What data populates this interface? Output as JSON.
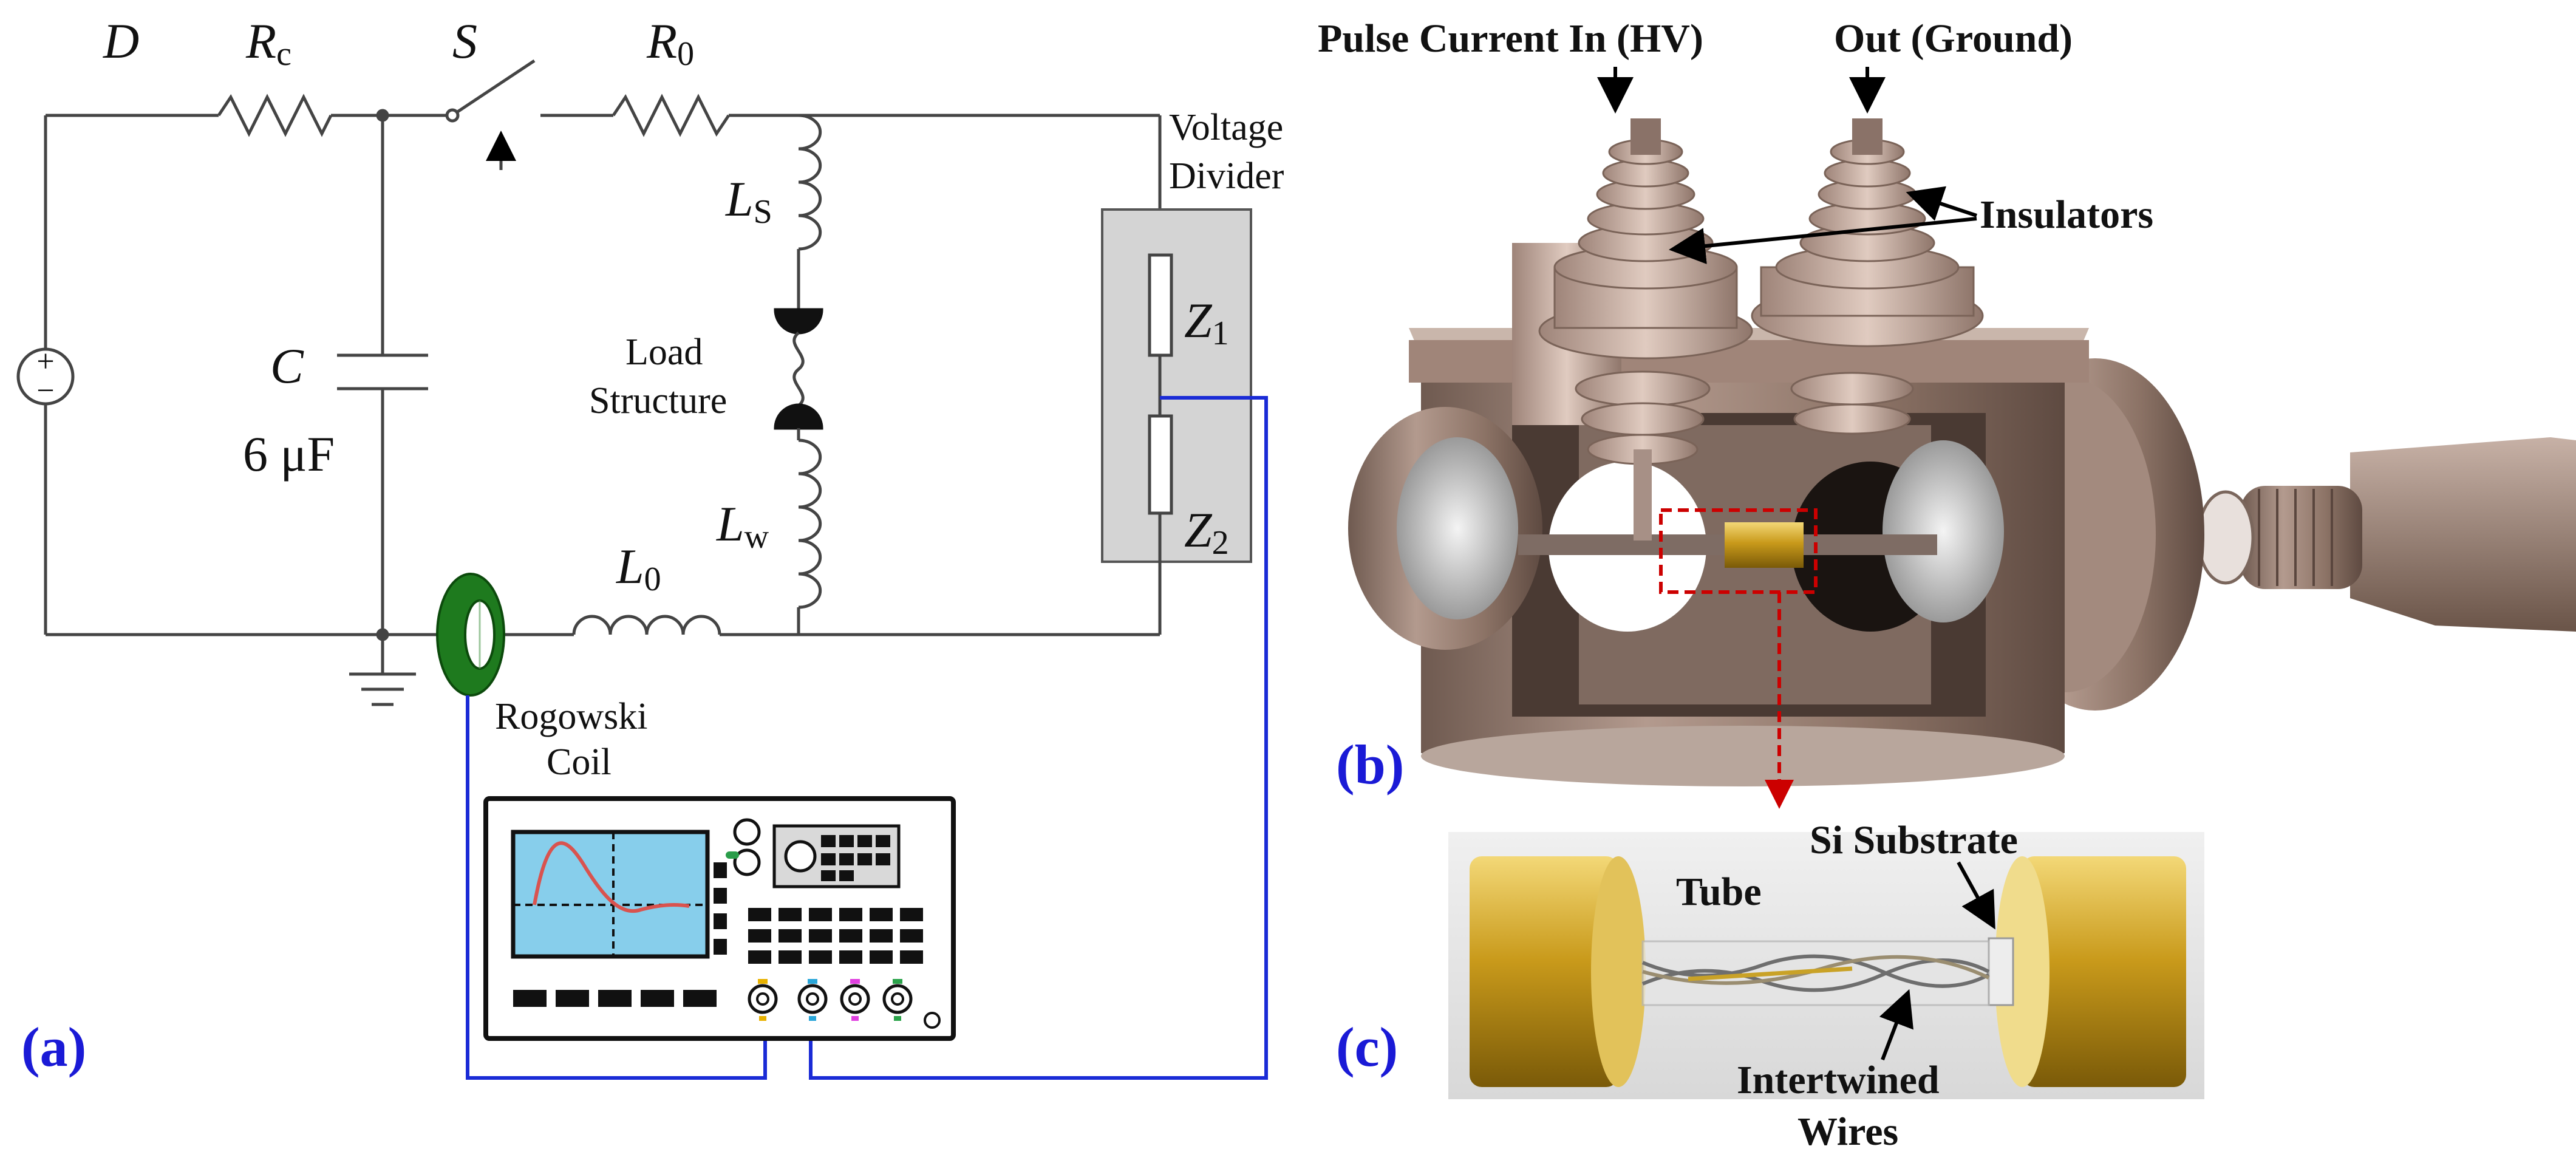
{
  "panel_a": {
    "label": "(a)",
    "components": {
      "source": "D",
      "rc_main": "R",
      "rc_sub": "c",
      "switch": "S",
      "r0_main": "R",
      "r0_sub": "0",
      "cap": "C",
      "cap_value": "6 μF",
      "ls_main": "L",
      "ls_sub": "S",
      "lw_main": "L",
      "lw_sub": "w",
      "l0_main": "L",
      "l0_sub": "0",
      "z1_main": "Z",
      "z1_sub": "1",
      "z2_main": "Z",
      "z2_sub": "2"
    },
    "load_line1": "Load",
    "load_line2": "Structure",
    "vd_line1": "Voltage",
    "vd_line2": "Divider",
    "rog_line1": "Rogowski",
    "rog_line2": "Coil",
    "source_plus": "+",
    "source_minus": "−"
  },
  "panel_b": {
    "label": "(b)",
    "pulse_in": "Pulse Current In (HV)",
    "out_ground": "Out (Ground)",
    "insulators": "Insulators"
  },
  "panel_c": {
    "label": "(c)",
    "si_substrate": "Si Substrate",
    "tube": "Tube",
    "wires_line1": "Intertwined",
    "wires_line2": "Wires"
  },
  "colors": {
    "panel_label": "#1a1ad6",
    "signal_wire": "#1a2bd6",
    "rogowski": "#1e7a1e",
    "scope_screen": "#87ceeb",
    "scope_trace": "#d9534f",
    "divider_box": "#d4d4d4",
    "metal": "#9a8276",
    "brass": "#c9a227",
    "callout": "#cc0000"
  }
}
